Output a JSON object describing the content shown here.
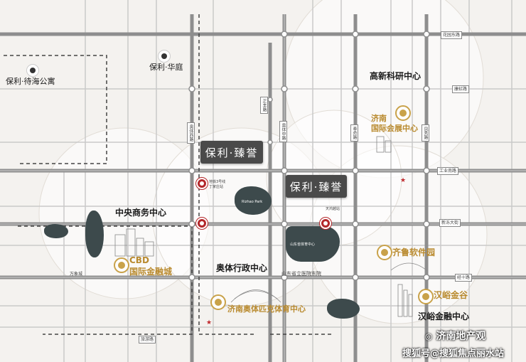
{
  "roads": {
    "huayuan_east": "花园东路",
    "kanghong": "康虹路",
    "zhengfeng": "正丰路",
    "aoti_middle": "奥体中路",
    "fengqi": "奉奇路",
    "fengxiu": "凤秀路",
    "aoti_west": "奥体西路",
    "gongye_south": "工业南路",
    "xin_luokou": "新泺大街",
    "jingshi": "经十路",
    "lvyou": "旅游路"
  },
  "projects": {
    "poly_zhenyu": "保利·臻誉",
    "poly_deco_text": "保利·臻誉",
    "poly_huating": "保利·华庭",
    "poly_daihai": "保利·待海公寓"
  },
  "districts": {
    "high_tech": "高新科研中心",
    "cbd_center": "中央商务中心",
    "aoti_admin": "奥体行政中心",
    "cbd_finance_1": "CBD",
    "cbd_finance_2": "国际金融城",
    "aoti_sports": "济南奥体匹克体育中心",
    "expo_1": "济南",
    "expo_2": "国际会展中心",
    "qilu_software": "齐鲁软件园",
    "hanyu_valley": "汉峪金谷",
    "hanyu_finance": "汉峪金融中心"
  },
  "pois": {
    "metro_line": "地铁3号线",
    "metro_station": "丁家庄站",
    "hospital": "山东省立医院东院",
    "wanda": "万象城",
    "rizhao_park": "Rizhao Park",
    "sanhuan": "天鸿越站",
    "jinhuagu": "山东省体育中心"
  },
  "watermark": {
    "brand": "济南地产观",
    "sohu": "搜狐号@搜狐焦点丽水站"
  },
  "colors": {
    "background": "#f4f2ef",
    "road": "#8e8e8e",
    "gold": "#b98a2e",
    "card": "#4a4a4a",
    "accent_red": "#b3272a"
  }
}
